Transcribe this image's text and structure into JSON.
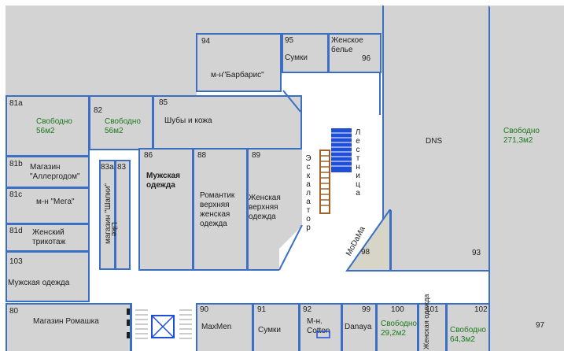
{
  "rooms": {
    "r94": {
      "number": "94",
      "name": "м-н\"Барбарис\""
    },
    "r95": {
      "number": "95",
      "name": "Сумки"
    },
    "r96": {
      "number": "96",
      "name": "Женское\nбелье"
    },
    "r81a": {
      "number": "81a",
      "free": "Свободно\n56м2"
    },
    "r82": {
      "number": "82",
      "free": "Свободно\n56м2"
    },
    "r85": {
      "number": "85",
      "name": "Шубы и кожа"
    },
    "r81b": {
      "number": "81b",
      "name": "Магазин\n\"Аллергодом\""
    },
    "r81c": {
      "number": "81c",
      "name": "м-н \"Мега\""
    },
    "r81d": {
      "number": "81d",
      "name": "Женский\nтрикотаж"
    },
    "r103": {
      "number": "103",
      "name": "Мужская одежда"
    },
    "r83a": {
      "number": "83a",
      "name": "магазин \"Шапки\""
    },
    "r83": {
      "number": "83",
      "name": "Like"
    },
    "r86": {
      "number": "86",
      "name": "Мужская\nодежда"
    },
    "r88": {
      "number": "88",
      "name": "Романтик\nверхняя\nженская\nодежда"
    },
    "r89": {
      "number": "89",
      "name": "Женская\nверхняя\nодежда"
    },
    "r98": {
      "number": "98",
      "name": "MoDaMa"
    },
    "dns": {
      "name": "DNS"
    },
    "r93": {
      "number": "93"
    },
    "r97": {
      "number": "97",
      "free": "Свободно\n271,3м2"
    },
    "r80": {
      "number": "80",
      "name": "Магазин Ромашка"
    },
    "r90": {
      "number": "90",
      "name": "MaxMen"
    },
    "r91": {
      "number": "91",
      "name": "Сумки"
    },
    "r92": {
      "number": "92",
      "name": "М-н.\nCotton"
    },
    "r99": {
      "number": "99",
      "name": "Danaya"
    },
    "r100": {
      "number": "100",
      "free": "Свободно\n29,2м2"
    },
    "r101": {
      "number": "101",
      "name": "Женская одежда"
    },
    "r102": {
      "number": "102",
      "free": "Свободно\n64,3м2"
    }
  },
  "stairs": {
    "label": "Лестница"
  },
  "escalator": {
    "label": "Эскалатор"
  },
  "colors": {
    "shop": "#d3d3d3",
    "wall": "#3a6fc4",
    "free_text": "#1a7a1a",
    "stairs": "#1f4fd6",
    "escalator": "#a0622a"
  }
}
